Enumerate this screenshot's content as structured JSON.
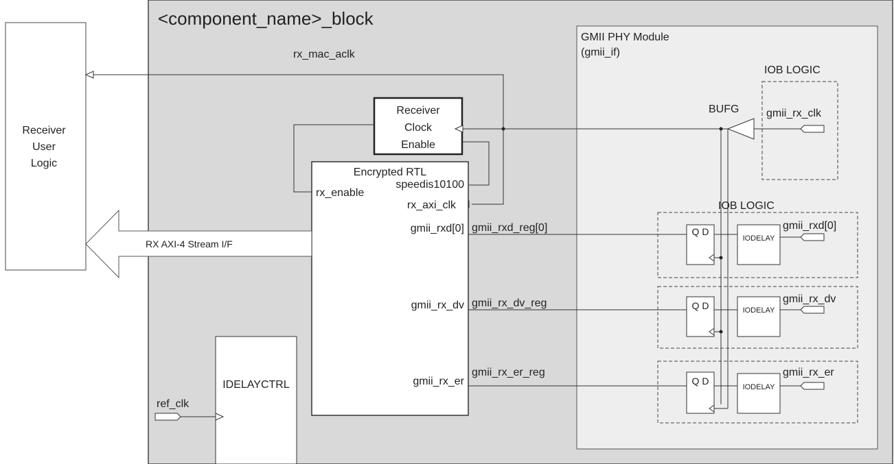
{
  "block_title": "<component_name>_block",
  "user_logic": {
    "line1": "Receiver",
    "line2": "User",
    "line3": "Logic"
  },
  "phy_module": {
    "line1": "GMII PHY Module",
    "line2": "(gmii_if)"
  },
  "clock_enable": {
    "line1": "Receiver",
    "line2": "Clock",
    "line3": "Enable"
  },
  "encrypted_rtl": {
    "title": "Encrypted RTL",
    "rx_enable": "rx_enable",
    "speedis": "speedis10100",
    "rx_axi_clk": "rx_axi_clk",
    "rxd": "gmii_rxd[0]",
    "rx_dv": "gmii_rx_dv",
    "rx_er": "gmii_rx_er"
  },
  "idelayctrl": {
    "label": "IDELAYCTRL",
    "ref_clk": "ref_clk"
  },
  "signals": {
    "rx_mac_aclk": "rx_mac_aclk",
    "rxd_reg": "gmii_rxd_reg[0]",
    "rx_dv_reg": "gmii_rx_dv_reg",
    "rx_er_reg": "gmii_rx_er_reg",
    "stream_if": "RX AXI-4 Stream I/F"
  },
  "iob_top": {
    "title": "IOB LOGIC",
    "bufg": "BUFG",
    "pin": "gmii_rx_clk"
  },
  "iob_data": {
    "title": "IOB LOGIC",
    "ff_label": "Q D",
    "idelay_label": "IODELAY",
    "pins": [
      "gmii_rxd[0]",
      "gmii_rx_dv",
      "gmii_rx_er"
    ]
  },
  "colors": {
    "block_fill": "#d9d9d9",
    "box_fill": "#ffffff",
    "line": "#333333"
  }
}
